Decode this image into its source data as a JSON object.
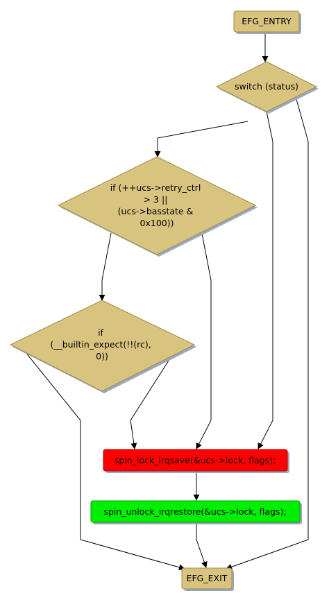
{
  "colors": {
    "decision_fill": "#d9c47f",
    "decision_stroke": "#a08a4a",
    "terminal_fill": "#d9c47f",
    "lock_fill": "#ff0000",
    "unlock_fill": "#00ee00",
    "shadow": "#9aa8bd",
    "edge": "#000000"
  },
  "nodes": {
    "entry": {
      "label": "EFG_ENTRY"
    },
    "switch": {
      "label": "switch (status)"
    },
    "retry": {
      "lines": [
        "if (++ucs->retry_ctrl",
        "> 3 ||",
        "(ucs->basstate &",
        "0x100))"
      ]
    },
    "expect": {
      "lines": [
        "if",
        "(__builtin_expect(!!(rc),",
        "0))"
      ]
    },
    "lock": {
      "label": "spin_lock_irqsave(&ucs->lock, flags);"
    },
    "unlock": {
      "label": "spin_unlock_irqrestore(&ucs->lock, flags);"
    },
    "exit": {
      "label": "EFG_EXIT"
    }
  }
}
